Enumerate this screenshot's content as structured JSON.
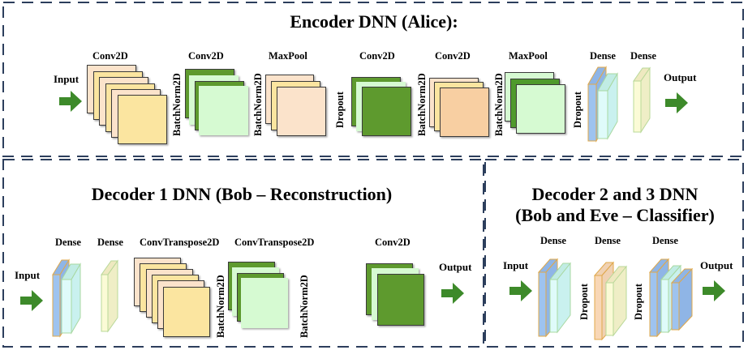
{
  "colors": {
    "border": "#2c3e5c",
    "arrow": "#3d8a2a",
    "peach": "#fbe3cb",
    "yellow": "#fbe5a0",
    "dark_green": "#5e9a2e",
    "light_green": "#d6fad2",
    "salmon": "#f8cfa2",
    "blue": "#9ec3ef",
    "cyan": "#cdf5f3",
    "pale_yellow": "#f9f9cf",
    "orange_slab": "#f8d7b6"
  },
  "encoder": {
    "title": "Encoder DNN (Alice):",
    "input_label": "Input",
    "output_label": "Output",
    "layers": [
      {
        "label": "Conv2D"
      },
      {
        "label": "Conv2D"
      },
      {
        "label": "MaxPool"
      },
      {
        "label": "Conv2D"
      },
      {
        "label": "Conv2D"
      },
      {
        "label": "MaxPool"
      },
      {
        "label": "Dense"
      },
      {
        "label": "Dense"
      }
    ],
    "between": [
      "BatchNorm2D",
      "BatchNorm2D",
      "Dropout",
      "BatchNorm2D",
      "BatchNorm2D",
      "Dropout"
    ]
  },
  "decoder1": {
    "title": "Decoder 1 DNN (Bob – Reconstruction)",
    "input_label": "Input",
    "output_label": "Output",
    "layers": [
      {
        "label": "Dense"
      },
      {
        "label": "Dense"
      },
      {
        "label": "ConvTranspose2D"
      },
      {
        "label": "ConvTranspose2D"
      },
      {
        "label": "Conv2D"
      }
    ],
    "between": [
      "BatchNorm2D",
      "BatchNorm2D"
    ]
  },
  "decoder23": {
    "title_line1": "Decoder 2 and 3 DNN",
    "title_line2": "(Bob and Eve – Classifier)",
    "input_label": "Input",
    "output_label": "Output",
    "layers": [
      {
        "label": "Dense"
      },
      {
        "label": "Dense"
      },
      {
        "label": "Dense"
      }
    ],
    "between": [
      "Dropout",
      "Dropout"
    ]
  }
}
